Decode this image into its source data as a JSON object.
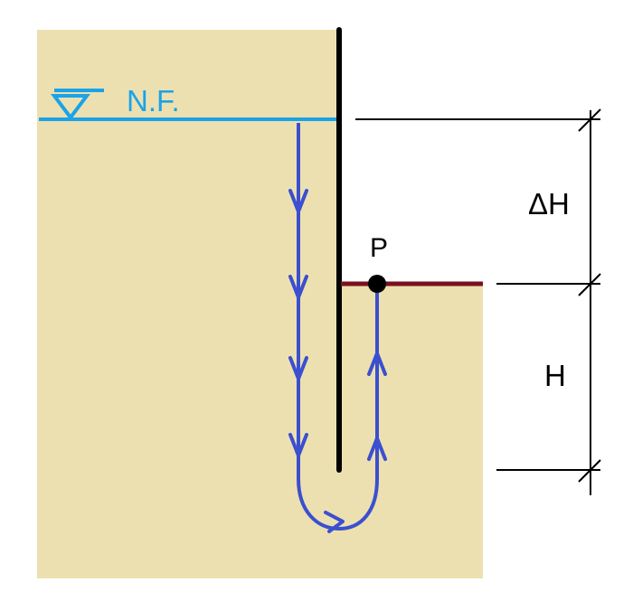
{
  "labels": {
    "water_level": "N.F.",
    "point": "P",
    "head_difference": "ΔH",
    "depth": "H"
  },
  "colors": {
    "soil": "#ede0b0",
    "water": "#1aa3e8",
    "flow": "#3b4fcf",
    "wall": "#000000",
    "ground_surface": "#7a1020",
    "dimension": "#000000"
  },
  "icons": {
    "water_table_symbol": "inverted-triangle-water-level-icon",
    "flow_arrow": "arrowhead-icon"
  }
}
